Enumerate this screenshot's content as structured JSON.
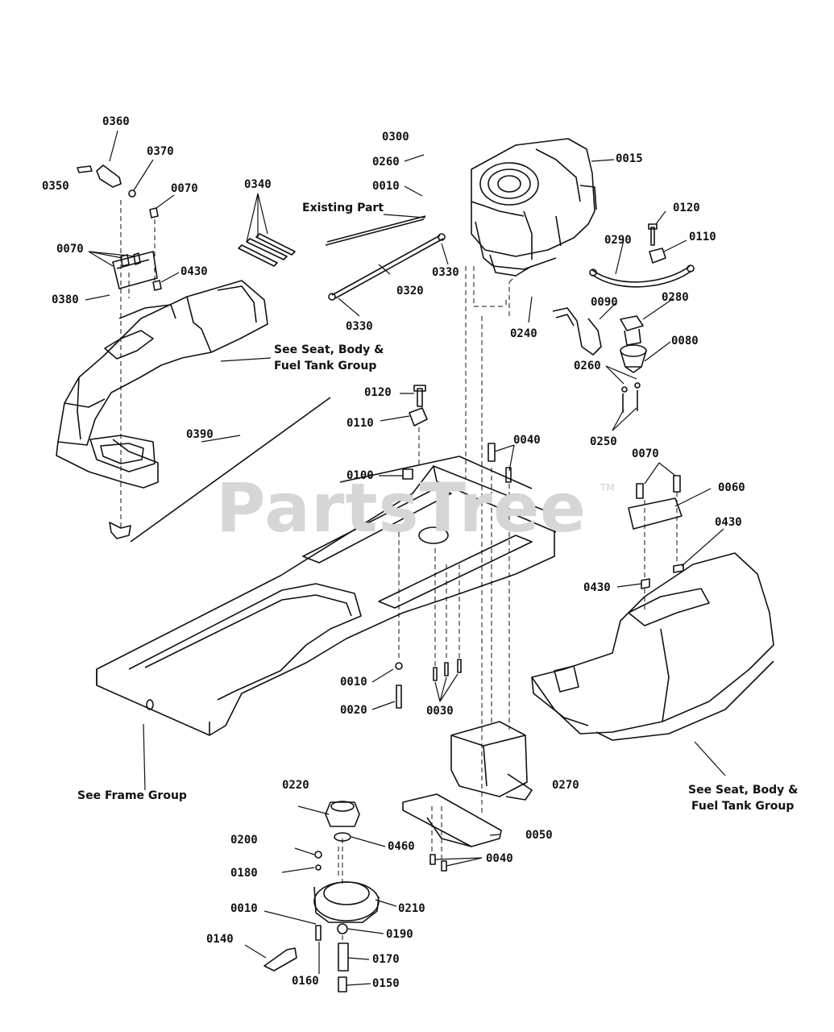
{
  "watermark": {
    "text": "PartsTree",
    "tm": "TM"
  },
  "notes": {
    "existing_part": "Existing Part",
    "see_seat_body_1": [
      "See Seat, Body &",
      "Fuel Tank Group"
    ],
    "see_seat_body_2": [
      "See Seat, Body &",
      "Fuel Tank Group"
    ],
    "see_frame": "See Frame Group"
  },
  "part_labels": [
    "0360",
    "0370",
    "0350",
    "0070",
    "0070",
    "0380",
    "0430",
    "0340",
    "0300",
    "0260",
    "0010",
    "0015",
    "0120",
    "0110",
    "0290",
    "0330",
    "0320",
    "0330",
    "0240",
    "0090",
    "0280",
    "0080",
    "0260",
    "0250",
    "0120",
    "0110",
    "0390",
    "0040",
    "0100",
    "0070",
    "0060",
    "0430",
    "0430",
    "0010",
    "0020",
    "0030",
    "0270",
    "0220",
    "0200",
    "0460",
    "0050",
    "0040",
    "0180",
    "0210",
    "0010",
    "0190",
    "0140",
    "0170",
    "0160",
    "0150"
  ]
}
